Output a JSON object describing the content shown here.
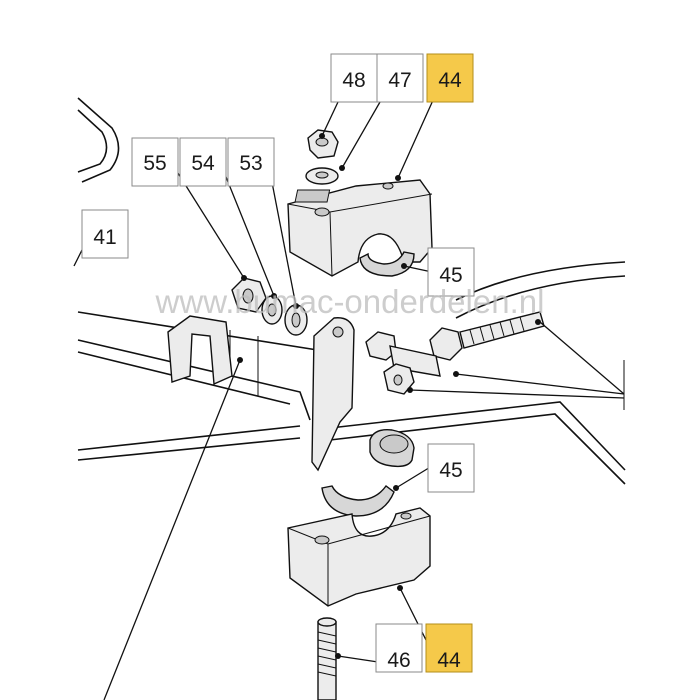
{
  "watermark": "www.bumac-onderdelen.nl",
  "labels": {
    "p48": "48",
    "p47": "47",
    "p44_top": "44",
    "p55": "55",
    "p54": "54",
    "p53": "53",
    "p41": "41",
    "p45_top": "45",
    "p45_mid": "45",
    "p46": "46",
    "p44_bottom": "44"
  },
  "highlight_color": "#f5c94a"
}
